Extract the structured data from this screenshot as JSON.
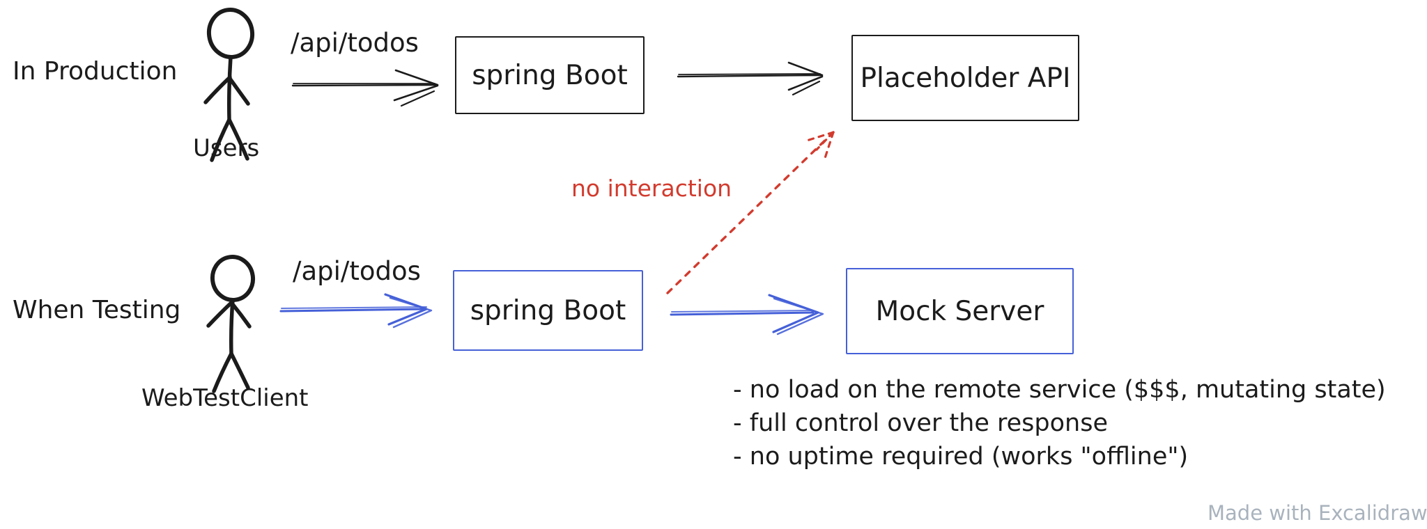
{
  "colors": {
    "ink": "#1b1b1b",
    "blue": "#4560d8",
    "red": "#d23b2e",
    "watermark_gray": "#a9b3bd"
  },
  "production": {
    "scenario_label": "In Production",
    "actor_label": "Users",
    "request_label": "/api/todos",
    "app_box_label": "spring Boot",
    "remote_box_label": "Placeholder API"
  },
  "testing": {
    "scenario_label": "When Testing",
    "actor_label": "WebTestClient",
    "request_label": "/api/todos",
    "app_box_label": "spring Boot",
    "mock_box_label": "Mock Server"
  },
  "annotation": {
    "no_interaction_label": "no interaction"
  },
  "notes": [
    "- no load on the remote service ($$$, mutating state)",
    "- full control over the response",
    "- no uptime required (works \"offline\")"
  ],
  "watermark": "Made with Excalidraw"
}
